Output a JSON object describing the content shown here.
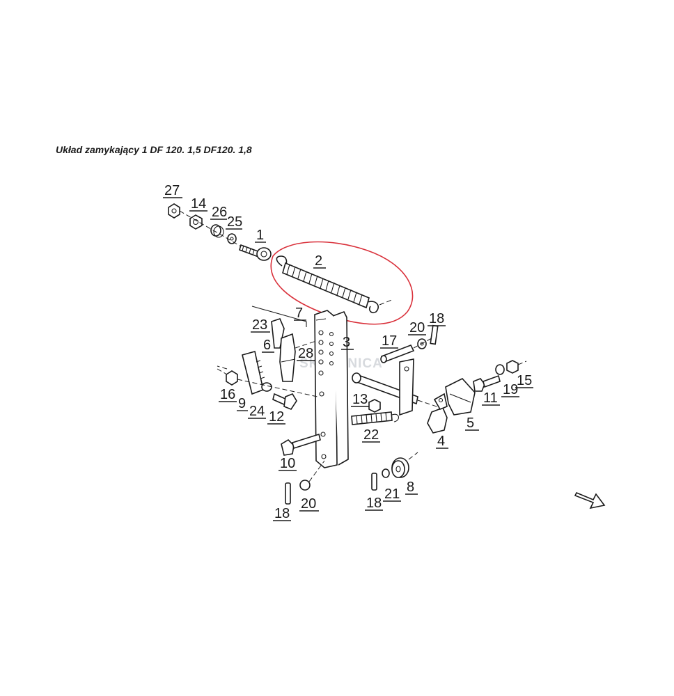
{
  "title": "Układ zamykający 1 DF 120. 1,5 DF120. 1,8",
  "watermark": "SKRZYNICA",
  "highlight_color": "#d9303a",
  "line_color": "#1a1a1a",
  "callouts": [
    {
      "id": "c27",
      "text": "27"
    },
    {
      "id": "c14",
      "text": "14"
    },
    {
      "id": "c26",
      "text": "26"
    },
    {
      "id": "c25",
      "text": "25"
    },
    {
      "id": "c1",
      "text": "1"
    },
    {
      "id": "c2",
      "text": "2"
    },
    {
      "id": "c7",
      "text": "7"
    },
    {
      "id": "c23",
      "text": "23"
    },
    {
      "id": "c6",
      "text": "6"
    },
    {
      "id": "c28",
      "text": "28"
    },
    {
      "id": "c3",
      "text": "3"
    },
    {
      "id": "c17",
      "text": "17"
    },
    {
      "id": "c20a",
      "text": "20"
    },
    {
      "id": "c18a",
      "text": "18"
    },
    {
      "id": "c16",
      "text": "16"
    },
    {
      "id": "c9",
      "text": "9"
    },
    {
      "id": "c24",
      "text": "24"
    },
    {
      "id": "c12",
      "text": "12"
    },
    {
      "id": "c13",
      "text": "13"
    },
    {
      "id": "c22",
      "text": "22"
    },
    {
      "id": "c11",
      "text": "11"
    },
    {
      "id": "c19",
      "text": "19"
    },
    {
      "id": "c15",
      "text": "15"
    },
    {
      "id": "c5",
      "text": "5"
    },
    {
      "id": "c4",
      "text": "4"
    },
    {
      "id": "c10",
      "text": "10"
    },
    {
      "id": "c8",
      "text": "8"
    },
    {
      "id": "c21",
      "text": "21"
    },
    {
      "id": "c18b",
      "text": "18"
    },
    {
      "id": "c20b",
      "text": "20"
    },
    {
      "id": "c18c",
      "text": "18"
    }
  ]
}
